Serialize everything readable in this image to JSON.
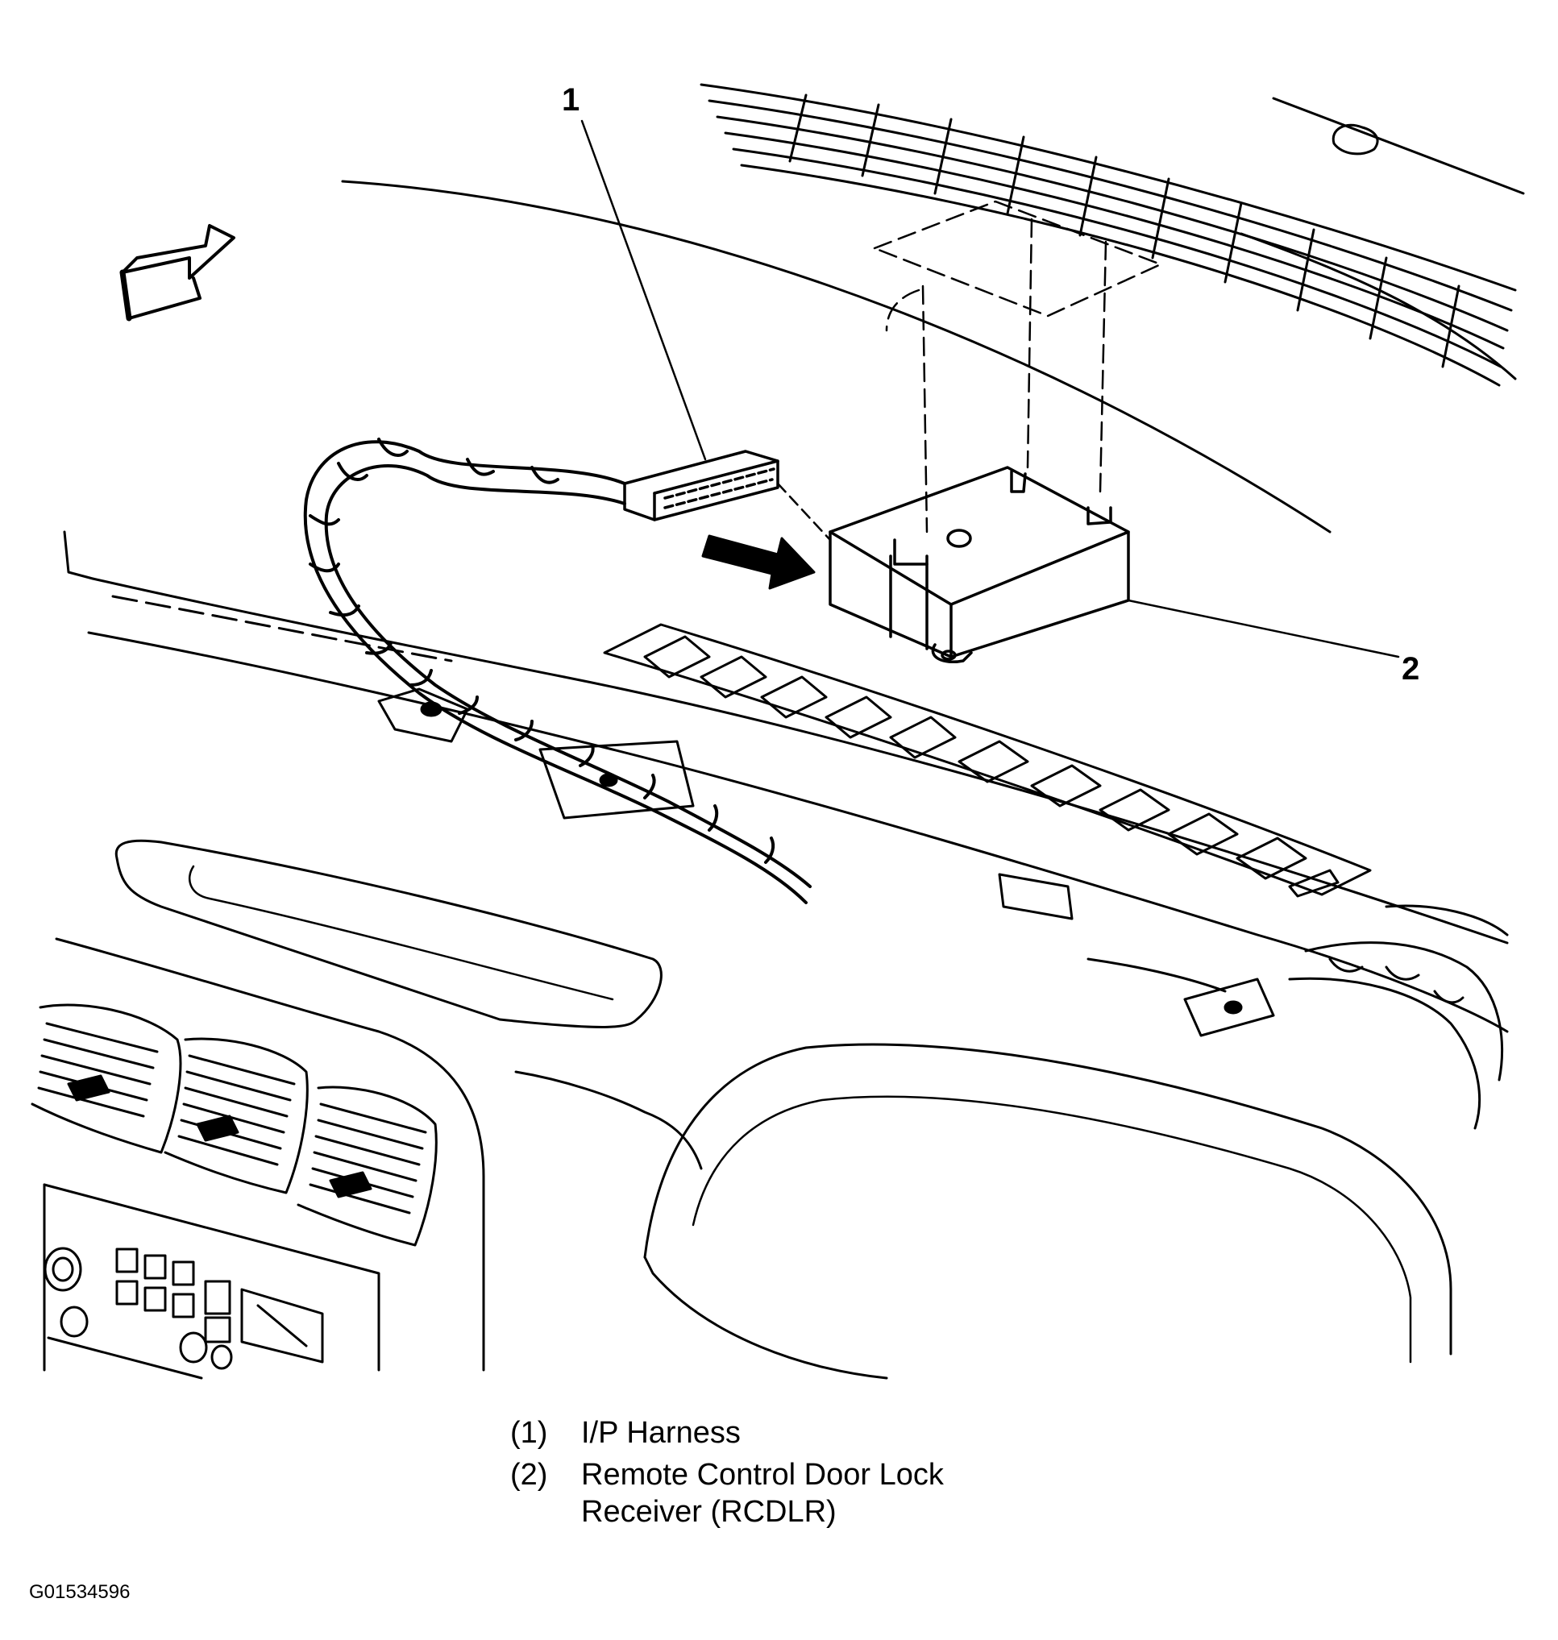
{
  "callouts": [
    {
      "number": "1"
    },
    {
      "number": "2"
    }
  ],
  "legend": [
    {
      "key": "(1)",
      "text": "I/P Harness"
    },
    {
      "key": "(2)",
      "text": "Remote Control Door Lock Receiver (RCDLR)"
    }
  ],
  "figure_id": "G01534596",
  "colors": {
    "ink": "#000000",
    "paper": "#ffffff"
  }
}
